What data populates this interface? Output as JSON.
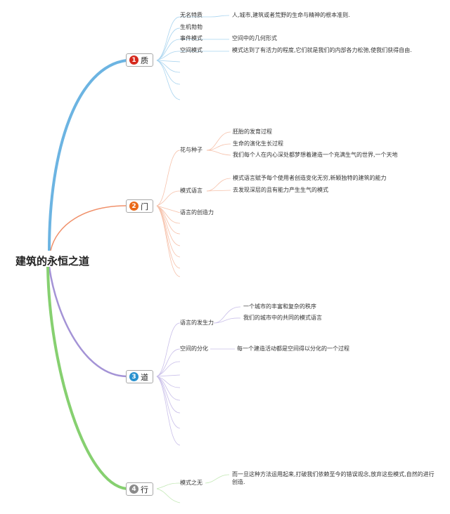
{
  "root": {
    "label": "建筑的永恒之道"
  },
  "branches": [
    {
      "number": "1",
      "label": "质",
      "color": "#6cb4e2",
      "topics": [
        {
          "label": "无名特质",
          "details": [
            "人,城市,建筑或者荒野的生命与精神的根本准则."
          ]
        },
        {
          "label": "生机勃勃",
          "details": []
        },
        {
          "label": "事件模式",
          "details": [
            "空间中的几何形式"
          ]
        },
        {
          "label": "空间模式",
          "details": [
            "模式达到了有活力的程度,它们就是我们的内部各力松弛,使我们获得自由."
          ]
        }
      ]
    },
    {
      "number": "2",
      "label": "门",
      "color": "#f0906a",
      "topics": [
        {
          "label": "花与种子",
          "details": [
            "胚胎的发育过程",
            "生命的演化生长过程",
            "我们每个人在内心深处都梦想着建造一个充满生气的世界,一个天地"
          ]
        },
        {
          "label": "模式语言",
          "details": [
            "模式语言赋予每个使用者创造变化无穷,新颖独特的建筑的能力",
            "去发现深层的且有能力产生生气的模式"
          ]
        },
        {
          "label": "语言的创造力",
          "details": []
        }
      ]
    },
    {
      "number": "3",
      "label": "道",
      "color": "#a493d6",
      "topics": [
        {
          "label": "语言的发生力",
          "details": [
            "一个城市的丰富和复杂的秩序",
            "我们的城市中的共同的模式语言"
          ]
        },
        {
          "label": "空间的分化",
          "details": [
            "每一个建造活动都是空间得以分化的一个过程"
          ]
        }
      ]
    },
    {
      "number": "4",
      "label": "行",
      "color": "#86d070",
      "topics": [
        {
          "label": "模式之无",
          "details": [
            "而一旦这种方法运用起来,打破我们依赖至今的错误观念,放弃这些模式,自然的进行创造."
          ]
        }
      ]
    }
  ],
  "badge_colors": [
    "#d62a1e",
    "#ea6a1a",
    "#2a92cf",
    "#8a8a8a"
  ]
}
